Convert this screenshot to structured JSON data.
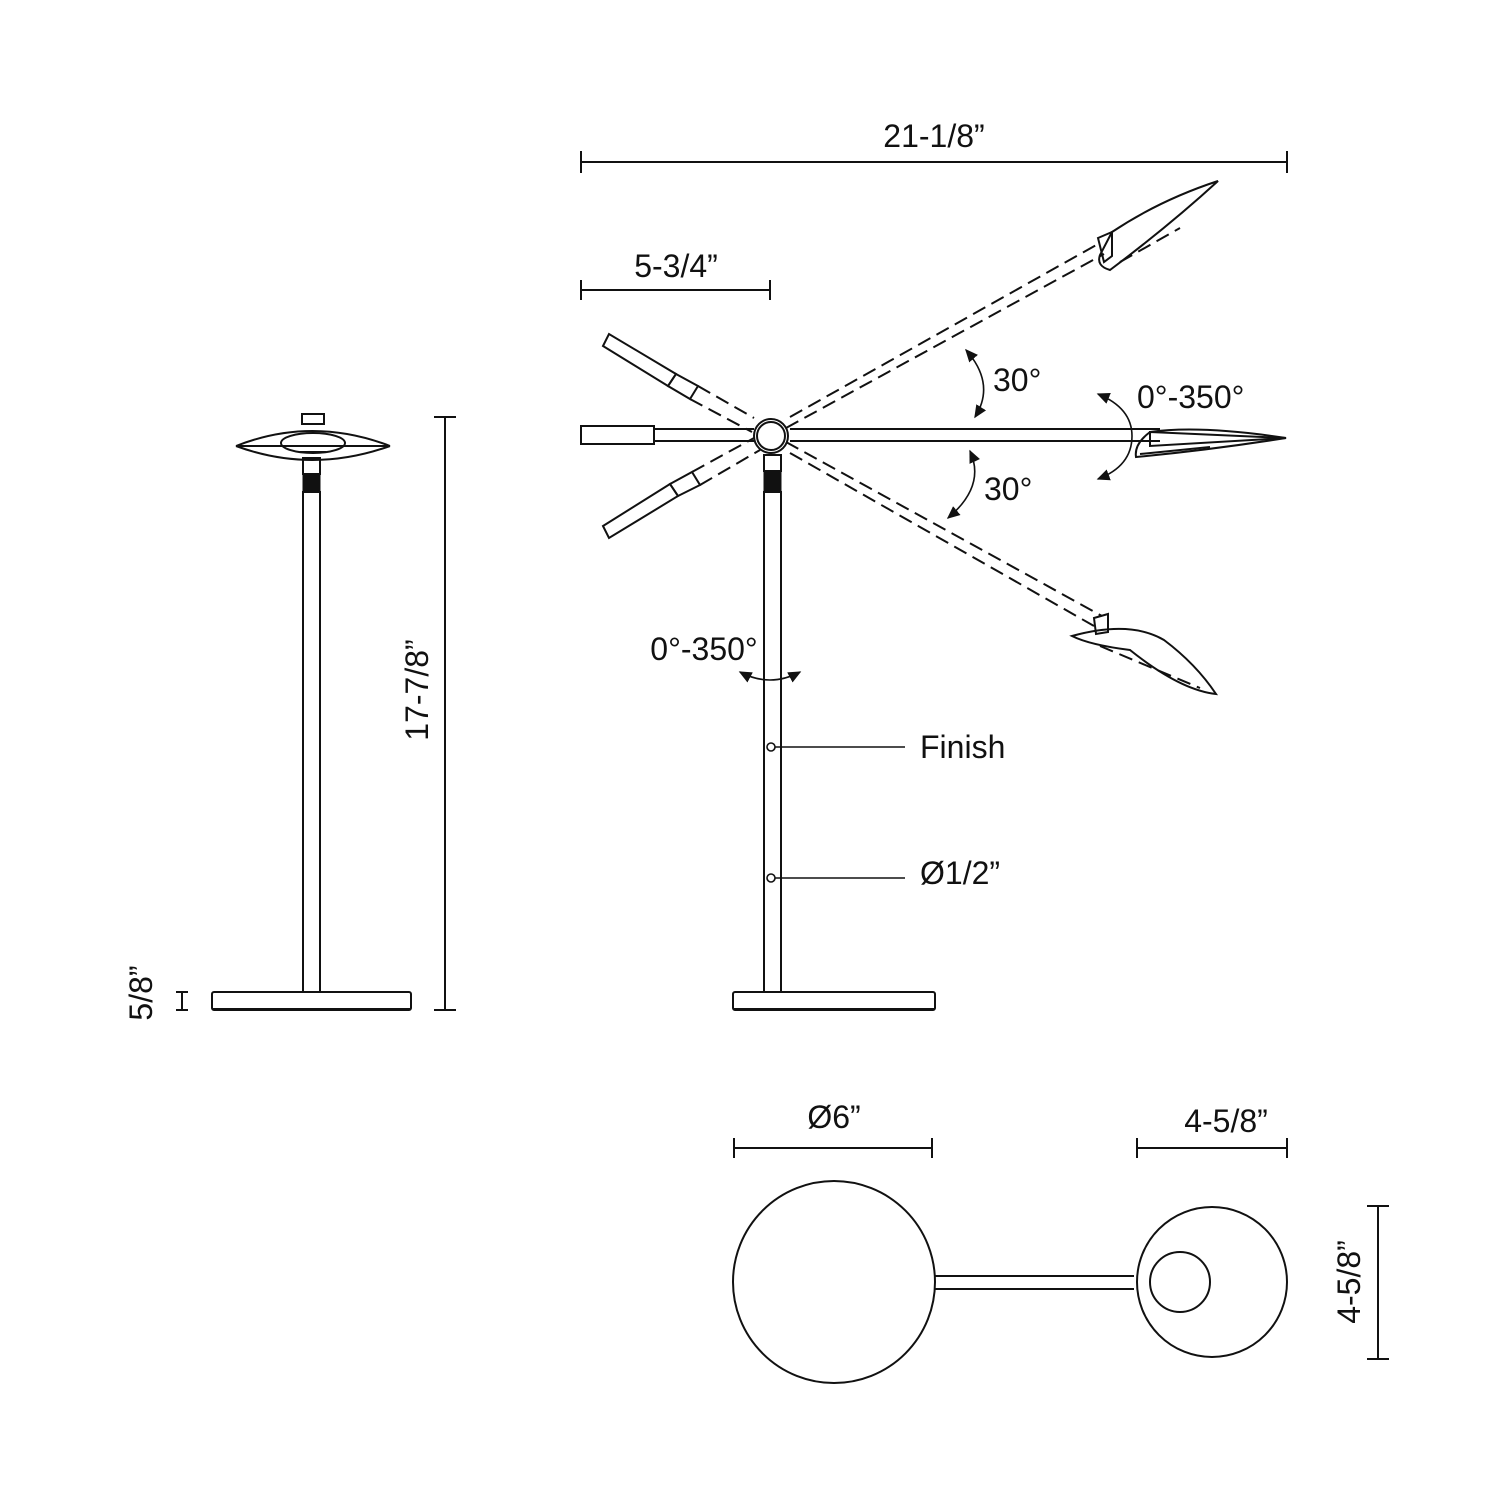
{
  "dimensions": {
    "overall_width": "21-1/8”",
    "counterweight_reach": "5-3/4”",
    "overall_height": "17-7/8”",
    "base_height": "5/8”",
    "base_diameter": "Ø6”",
    "head_width": "4-5/8”",
    "head_depth": "4-5/8”"
  },
  "angles": {
    "arm_up": "30°",
    "arm_down": "30°",
    "head_rotation": "0°-350°",
    "stem_rotation": "0°-350°"
  },
  "callouts": {
    "finish": "Finish",
    "stem_diameter": "Ø1/2”"
  },
  "colors": {
    "line": "#111111",
    "background": "#ffffff"
  }
}
